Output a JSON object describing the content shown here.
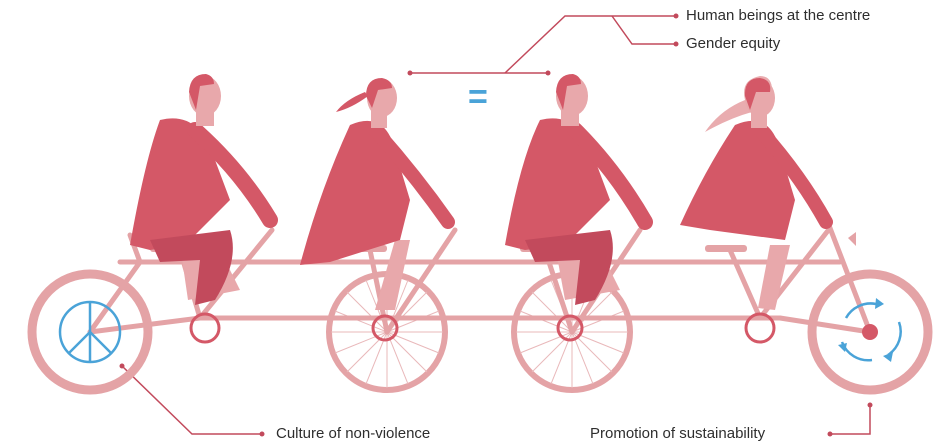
{
  "labels": {
    "human_beings": "Human beings at the centre",
    "gender_equity": "Gender equity",
    "non_violence": "Culture of non-violence",
    "sustainability": "Promotion of sustainability",
    "equals_sign": "="
  },
  "icons": {
    "front_wheel": "peace-icon",
    "rear_wheel": "recycle-icon"
  },
  "colors": {
    "rider": "#d45867",
    "rider_skin": "#e8a8ab",
    "bike": "#e4a3a6",
    "line": "#c24a5c",
    "icon_blue": "#4aa3d8",
    "text": "#2e2e2e"
  }
}
